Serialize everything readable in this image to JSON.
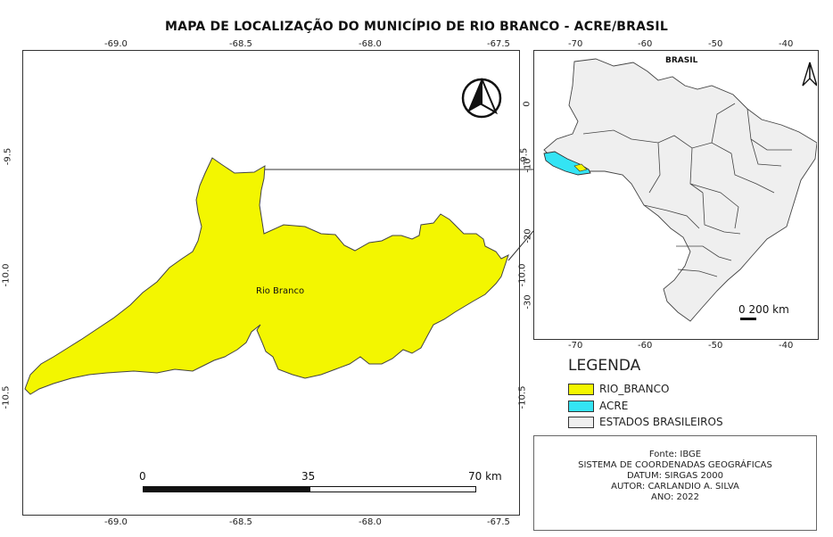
{
  "title": "MAPA DE LOCALIZAÇÃO DO MUNICÍPIO DE RIO BRANCO - ACRE/BRASIL",
  "main_map": {
    "x_ticks_top": [
      "-69.0",
      "-68.5",
      "-68.0",
      "-67.5"
    ],
    "x_ticks_bottom": [
      "-69.0",
      "-68.5",
      "-68.0",
      "-67.5"
    ],
    "y_ticks_left": [
      "-9.5",
      "-10.0",
      "-10.5"
    ],
    "y_ticks_right": [
      "-9.5",
      "-10.0",
      "-10.5"
    ],
    "municipality_label": "Rio Branco",
    "fill_color": "#f3f600",
    "scale_bar": {
      "labels": [
        "0",
        "35",
        "70 km"
      ]
    }
  },
  "inset_map": {
    "label": "BRASIL",
    "x_ticks_top": [
      "-70",
      "-60",
      "-50",
      "-40"
    ],
    "x_ticks_bottom": [
      "-70",
      "-60",
      "-50",
      "-40"
    ],
    "y_ticks_left": [
      "0",
      "-10",
      "-20",
      "-30"
    ],
    "scale_label": "0 200 km",
    "state_fill": "#efefef",
    "acre_fill": "#34e4f4"
  },
  "legend": {
    "title": "LEGENDA",
    "items": [
      {
        "label": "RIO_BRANCO",
        "color": "#f3f600"
      },
      {
        "label": "ACRE",
        "color": "#34e4f4"
      },
      {
        "label": "ESTADOS BRASILEIROS",
        "color": "#efefef"
      }
    ]
  },
  "credits": {
    "lines": [
      "Fonte: IBGE",
      "SISTEMA DE COORDENADAS GEOGRÁFICAS",
      "DATUM: SIRGAS 2000",
      "AUTOR: CARLANDIO A. SILVA",
      "ANO: 2022"
    ]
  }
}
